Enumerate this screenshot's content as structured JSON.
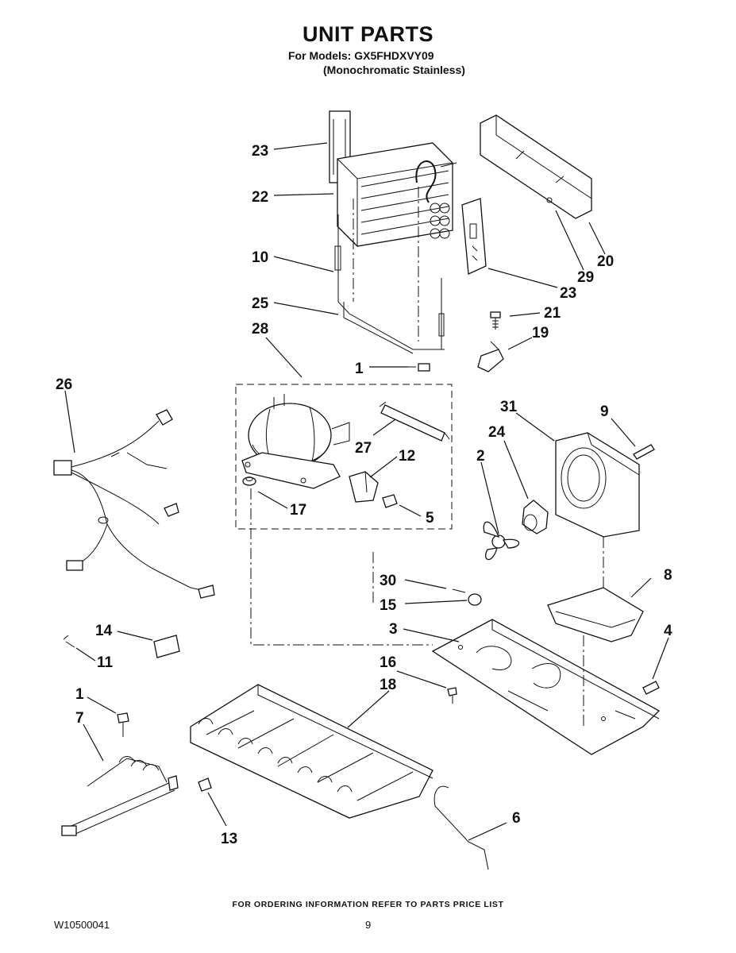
{
  "header": {
    "title": "UNIT PARTS",
    "models_line": "For Models: GX5FHDXVY09",
    "finish_line": "(Monochromatic Stainless)"
  },
  "footer": {
    "ordering_note": "FOR ORDERING INFORMATION REFER TO PARTS PRICE LIST",
    "document_number": "W10500041",
    "page_number": "9"
  },
  "callouts": [
    {
      "id": "c23a",
      "text": "23"
    },
    {
      "id": "c22",
      "text": "22"
    },
    {
      "id": "c10",
      "text": "10"
    },
    {
      "id": "c25",
      "text": "25"
    },
    {
      "id": "c28",
      "text": "28"
    },
    {
      "id": "c1a",
      "text": "1"
    },
    {
      "id": "c27",
      "text": "27"
    },
    {
      "id": "c12",
      "text": "12"
    },
    {
      "id": "c17",
      "text": "17"
    },
    {
      "id": "c5",
      "text": "5"
    },
    {
      "id": "c20",
      "text": "20"
    },
    {
      "id": "c29",
      "text": "29"
    },
    {
      "id": "c23b",
      "text": "23"
    },
    {
      "id": "c21",
      "text": "21"
    },
    {
      "id": "c19",
      "text": "19"
    },
    {
      "id": "c26",
      "text": "26"
    },
    {
      "id": "c31",
      "text": "31"
    },
    {
      "id": "c9",
      "text": "9"
    },
    {
      "id": "c24",
      "text": "24"
    },
    {
      "id": "c2",
      "text": "2"
    },
    {
      "id": "c30",
      "text": "30"
    },
    {
      "id": "c8",
      "text": "8"
    },
    {
      "id": "c15",
      "text": "15"
    },
    {
      "id": "c3",
      "text": "3"
    },
    {
      "id": "c4",
      "text": "4"
    },
    {
      "id": "c14",
      "text": "14"
    },
    {
      "id": "c11",
      "text": "11"
    },
    {
      "id": "c16",
      "text": "16"
    },
    {
      "id": "c18",
      "text": "18"
    },
    {
      "id": "c1b",
      "text": "1"
    },
    {
      "id": "c7",
      "text": "7"
    },
    {
      "id": "c13",
      "text": "13"
    },
    {
      "id": "c6",
      "text": "6"
    }
  ]
}
